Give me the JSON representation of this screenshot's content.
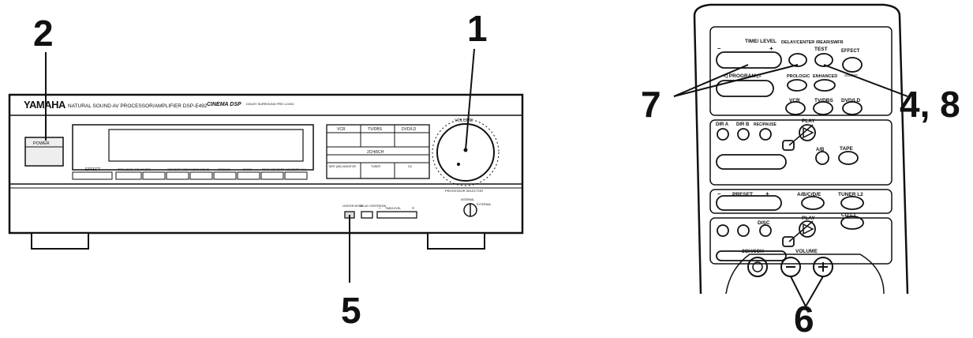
{
  "callouts": {
    "c1": "1",
    "c2": "2",
    "c5": "5",
    "c6": "6",
    "c7": "7",
    "c48": "4, 8"
  },
  "receiver": {
    "brand": "YAMAHA",
    "tagline": "NATURAL SOUND  AV PROCESSOR/AMPLIFIER  DSP-E492",
    "cinema_logo": "CINEMA DSP",
    "dolby_logo": "DOLBY SURROUND PRO LOGIC",
    "volume_label": "VOLUME",
    "power_label": "POWER",
    "effect_label": "EFFECT",
    "program_labels": [
      "PRO LOGIC / ENHANCED",
      "CONCERT VIDEO",
      "MONO MOVIE",
      "STADIUM",
      "DISCO",
      "ROCK CONCERT",
      "CONCERT HALL"
    ],
    "source_labels": [
      "VCR",
      "TV/DBS",
      "DVD/LD"
    ],
    "ch_label": "2CH/6CH",
    "lower_source_labels": [
      "TAPE (MD) MONITOR",
      "TUNER",
      "CD"
    ],
    "processor_selector": "PROCESSOR SELECTOR",
    "internal": "INTERNAL",
    "external": "EXTERNAL",
    "center_mode": "CENTER MODE",
    "delay_center": "DELAY CENTER/SW",
    "time_level": "TIME/LEVEL",
    "minus": "–",
    "plus": "+"
  },
  "remote": {
    "time_level": "TIME/ LEVEL",
    "delay_center": "DELAY/CENTER /REAR/SWFR",
    "test": "TEST",
    "effect": "EFFECT",
    "on_off": "ON/OFF",
    "program": "◁ PROGRAM ▷",
    "prologic": "PROLOGIC",
    "enhanced": "ENHANCED",
    "vcr": "VCR",
    "tvdbs": "TV/DBS",
    "dvdld": "DVD/LD",
    "dira": "DIR A",
    "dirb": "DIR B",
    "recpause": "REC/PAUSE",
    "play": "PLAY",
    "ab": "A/B",
    "tape": "TAPE",
    "preset": "PRESET",
    "abcde": "A/B/C/D/E",
    "tuner_l2": "TUNER L2",
    "disc": "DISC",
    "cd_l1": "CD L1",
    "ch": "2CH/6CH",
    "volume": "VOLUME",
    "minus": "–",
    "plus": "+"
  }
}
